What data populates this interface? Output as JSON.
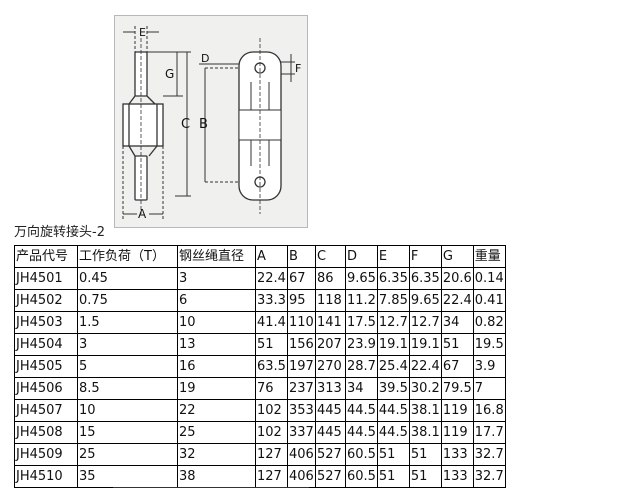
{
  "drawing": {
    "labels": {
      "E": "E",
      "G": "G",
      "C": "C",
      "B": "B",
      "A": "A",
      "D": "D",
      "F": "F"
    }
  },
  "caption": "万向旋转接头-2",
  "table": {
    "headers": [
      "产品代号",
      "工作负荷（T）",
      "钢丝绳直径",
      "A",
      "B",
      "C",
      "D",
      "E",
      "F",
      "G",
      "重量"
    ],
    "rows": [
      [
        "JH4501",
        "0.45",
        "3",
        "22.4",
        "67",
        "86",
        "9.65",
        "6.35",
        "6.35",
        "20.6",
        "0.14"
      ],
      [
        "JH4502",
        "0.75",
        "6",
        "33.3",
        "95",
        "118",
        "11.2",
        "7.85",
        "9.65",
        "22.4",
        "0.41"
      ],
      [
        "JH4503",
        "1.5",
        "10",
        "41.4",
        "110",
        "141",
        "17.5",
        "12.7",
        "12.7",
        "34",
        "0.82"
      ],
      [
        "JH4504",
        "3",
        "13",
        "51",
        "156",
        "207",
        "23.9",
        "19.1",
        "19.1",
        "51",
        "19.5"
      ],
      [
        "JH4505",
        "5",
        "16",
        "63.5",
        "197",
        "270",
        "28.7",
        "25.4",
        "22.4",
        "67",
        "3.9"
      ],
      [
        "JH4506",
        "8.5",
        "19",
        "76",
        "237",
        "313",
        "34",
        "39.5",
        "30.2",
        "79.5",
        "7"
      ],
      [
        "JH4507",
        "10",
        "22",
        "102",
        "353",
        "445",
        "44.5",
        "44.5",
        "38.1",
        "119",
        "16.8"
      ],
      [
        "JH4508",
        "15",
        "25",
        "102",
        "337",
        "445",
        "44.5",
        "44.5",
        "38.1",
        "119",
        "17.7"
      ],
      [
        "JH4509",
        "25",
        "32",
        "127",
        "406",
        "527",
        "60.5",
        "51",
        "51",
        "133",
        "32.7"
      ],
      [
        "JH4510",
        "35",
        "38",
        "127",
        "406",
        "527",
        "60.5",
        "51",
        "51",
        "133",
        "32.7"
      ]
    ]
  }
}
